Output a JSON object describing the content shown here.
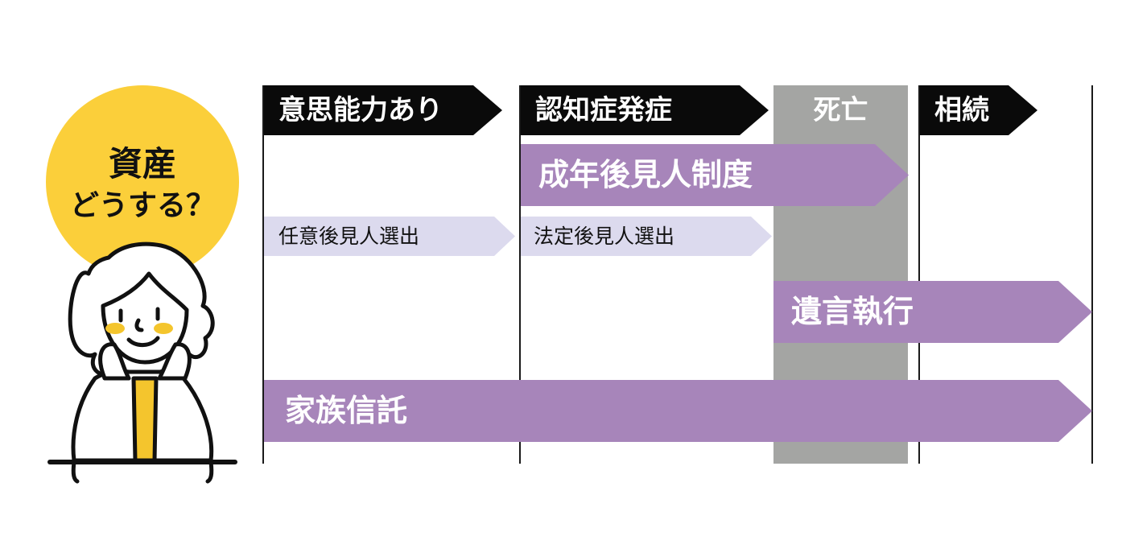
{
  "badge": {
    "line1": "資産",
    "line2": "どうする？",
    "color": "#fbcf3a"
  },
  "phases": [
    {
      "label": "意思能力あり"
    },
    {
      "label": "認知症発症"
    },
    {
      "label": "死亡"
    },
    {
      "label": "相続"
    }
  ],
  "bars": {
    "guardianship": "成年後見人制度",
    "voluntary_guardian": "任意後見人選出",
    "legal_guardian": "法定後見人選出",
    "will_execution": "遺言執行",
    "family_trust": "家族信託"
  },
  "colors": {
    "phase_bg": "#0a0a0a",
    "death_band": "#a4a5a3",
    "primary_bar": "#a785ba",
    "secondary_bar": "#dcdaee",
    "cheek": "#f4c52d",
    "scarf": "#f4c52d"
  },
  "illustration": "thinking-elderly-person-icon"
}
